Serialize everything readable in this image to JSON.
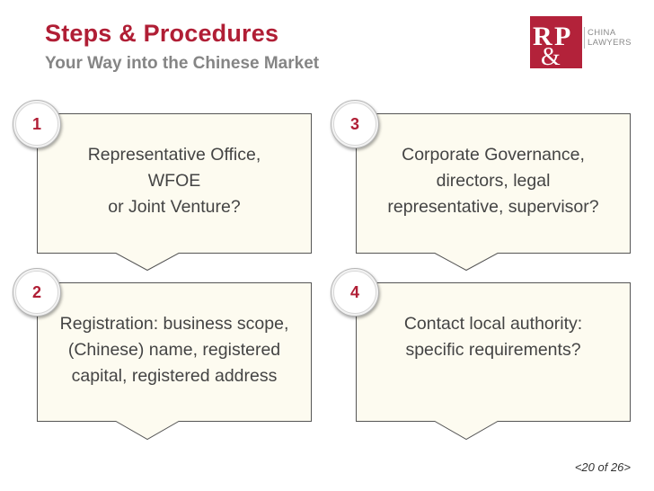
{
  "header": {
    "title": "Steps & Procedures",
    "subtitle": "Your Way into the Chinese Market"
  },
  "logo": {
    "text_line1": "CHINA",
    "text_line2": "LAWYERS",
    "brand_color": "#b3223a"
  },
  "steps": [
    {
      "number": "1",
      "lines": [
        "Representative Office,",
        "WFOE",
        "or Joint Venture?"
      ]
    },
    {
      "number": "3",
      "lines": [
        "Corporate Governance,",
        "directors, legal",
        "representative, supervisor?"
      ]
    },
    {
      "number": "2",
      "lines": [
        "Registration: business scope,",
        "(Chinese) name, registered",
        "capital, registered address"
      ]
    },
    {
      "number": "4",
      "lines": [
        "Contact local authority:",
        "specific requirements?"
      ]
    }
  ],
  "footer": {
    "page_indicator": "<20 of 26>"
  },
  "colors": {
    "accent": "#b01e35",
    "box_fill": "#fdfbf0",
    "box_border": "#555555"
  }
}
